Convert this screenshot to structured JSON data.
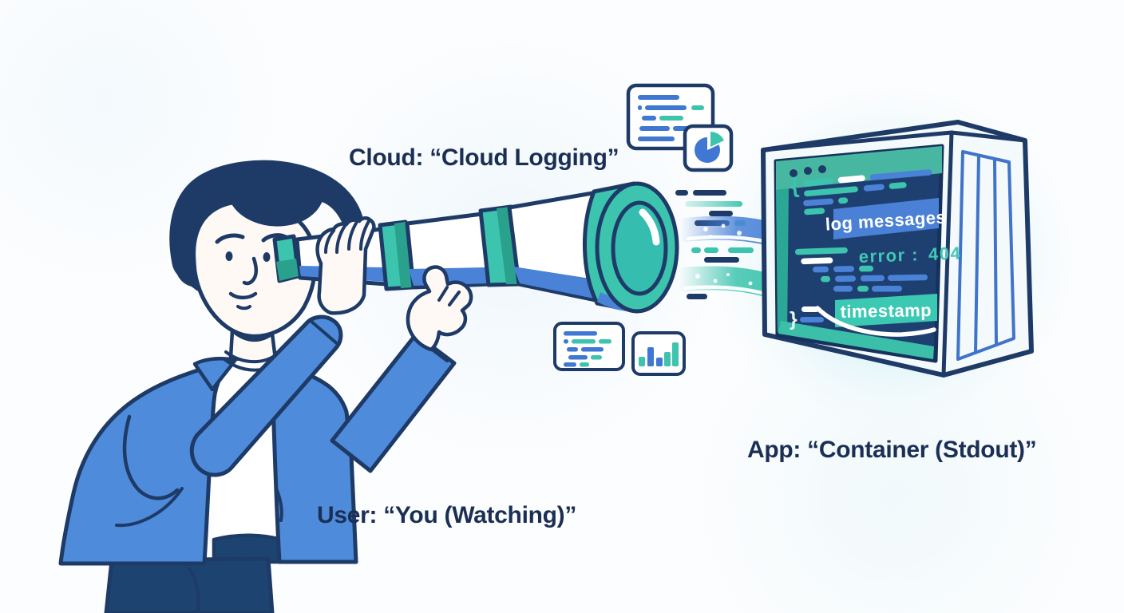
{
  "labels": {
    "cloud": "Cloud: “Cloud Logging”",
    "user": "User: “You (Watching)”",
    "app": "App: “Container (Stdout)”"
  },
  "server_screen": {
    "open_brace": "{",
    "close_brace": "}",
    "log_banner": "log messages",
    "error_label": "error :",
    "error_value": "404",
    "timestamp_banner": "timestamp"
  },
  "icons": {
    "person": "person-watching-illustration",
    "telescope": "telescope-illustration",
    "streams": "log-stream-lines",
    "container": "server-container-illustration",
    "window_controls": "three-dots-icon",
    "code_cards": "code-lines-icon",
    "pie_card": "pie-chart-icon",
    "bar_card": "bar-chart-icon"
  },
  "palette": {
    "outline_navy": "#1e3a66",
    "label_text": "#1b2f55",
    "jacket_blue": "#4e8bda",
    "pants_navy": "#1d4470",
    "teal": "#3cc4ae",
    "teal_dark": "#2aa18d",
    "header_teal": "#48b7a2",
    "screen_navy": "#1e4070",
    "accent_blue": "#4a82d8",
    "glow_cyan": "#c4ecf3",
    "white": "#ffffff"
  }
}
